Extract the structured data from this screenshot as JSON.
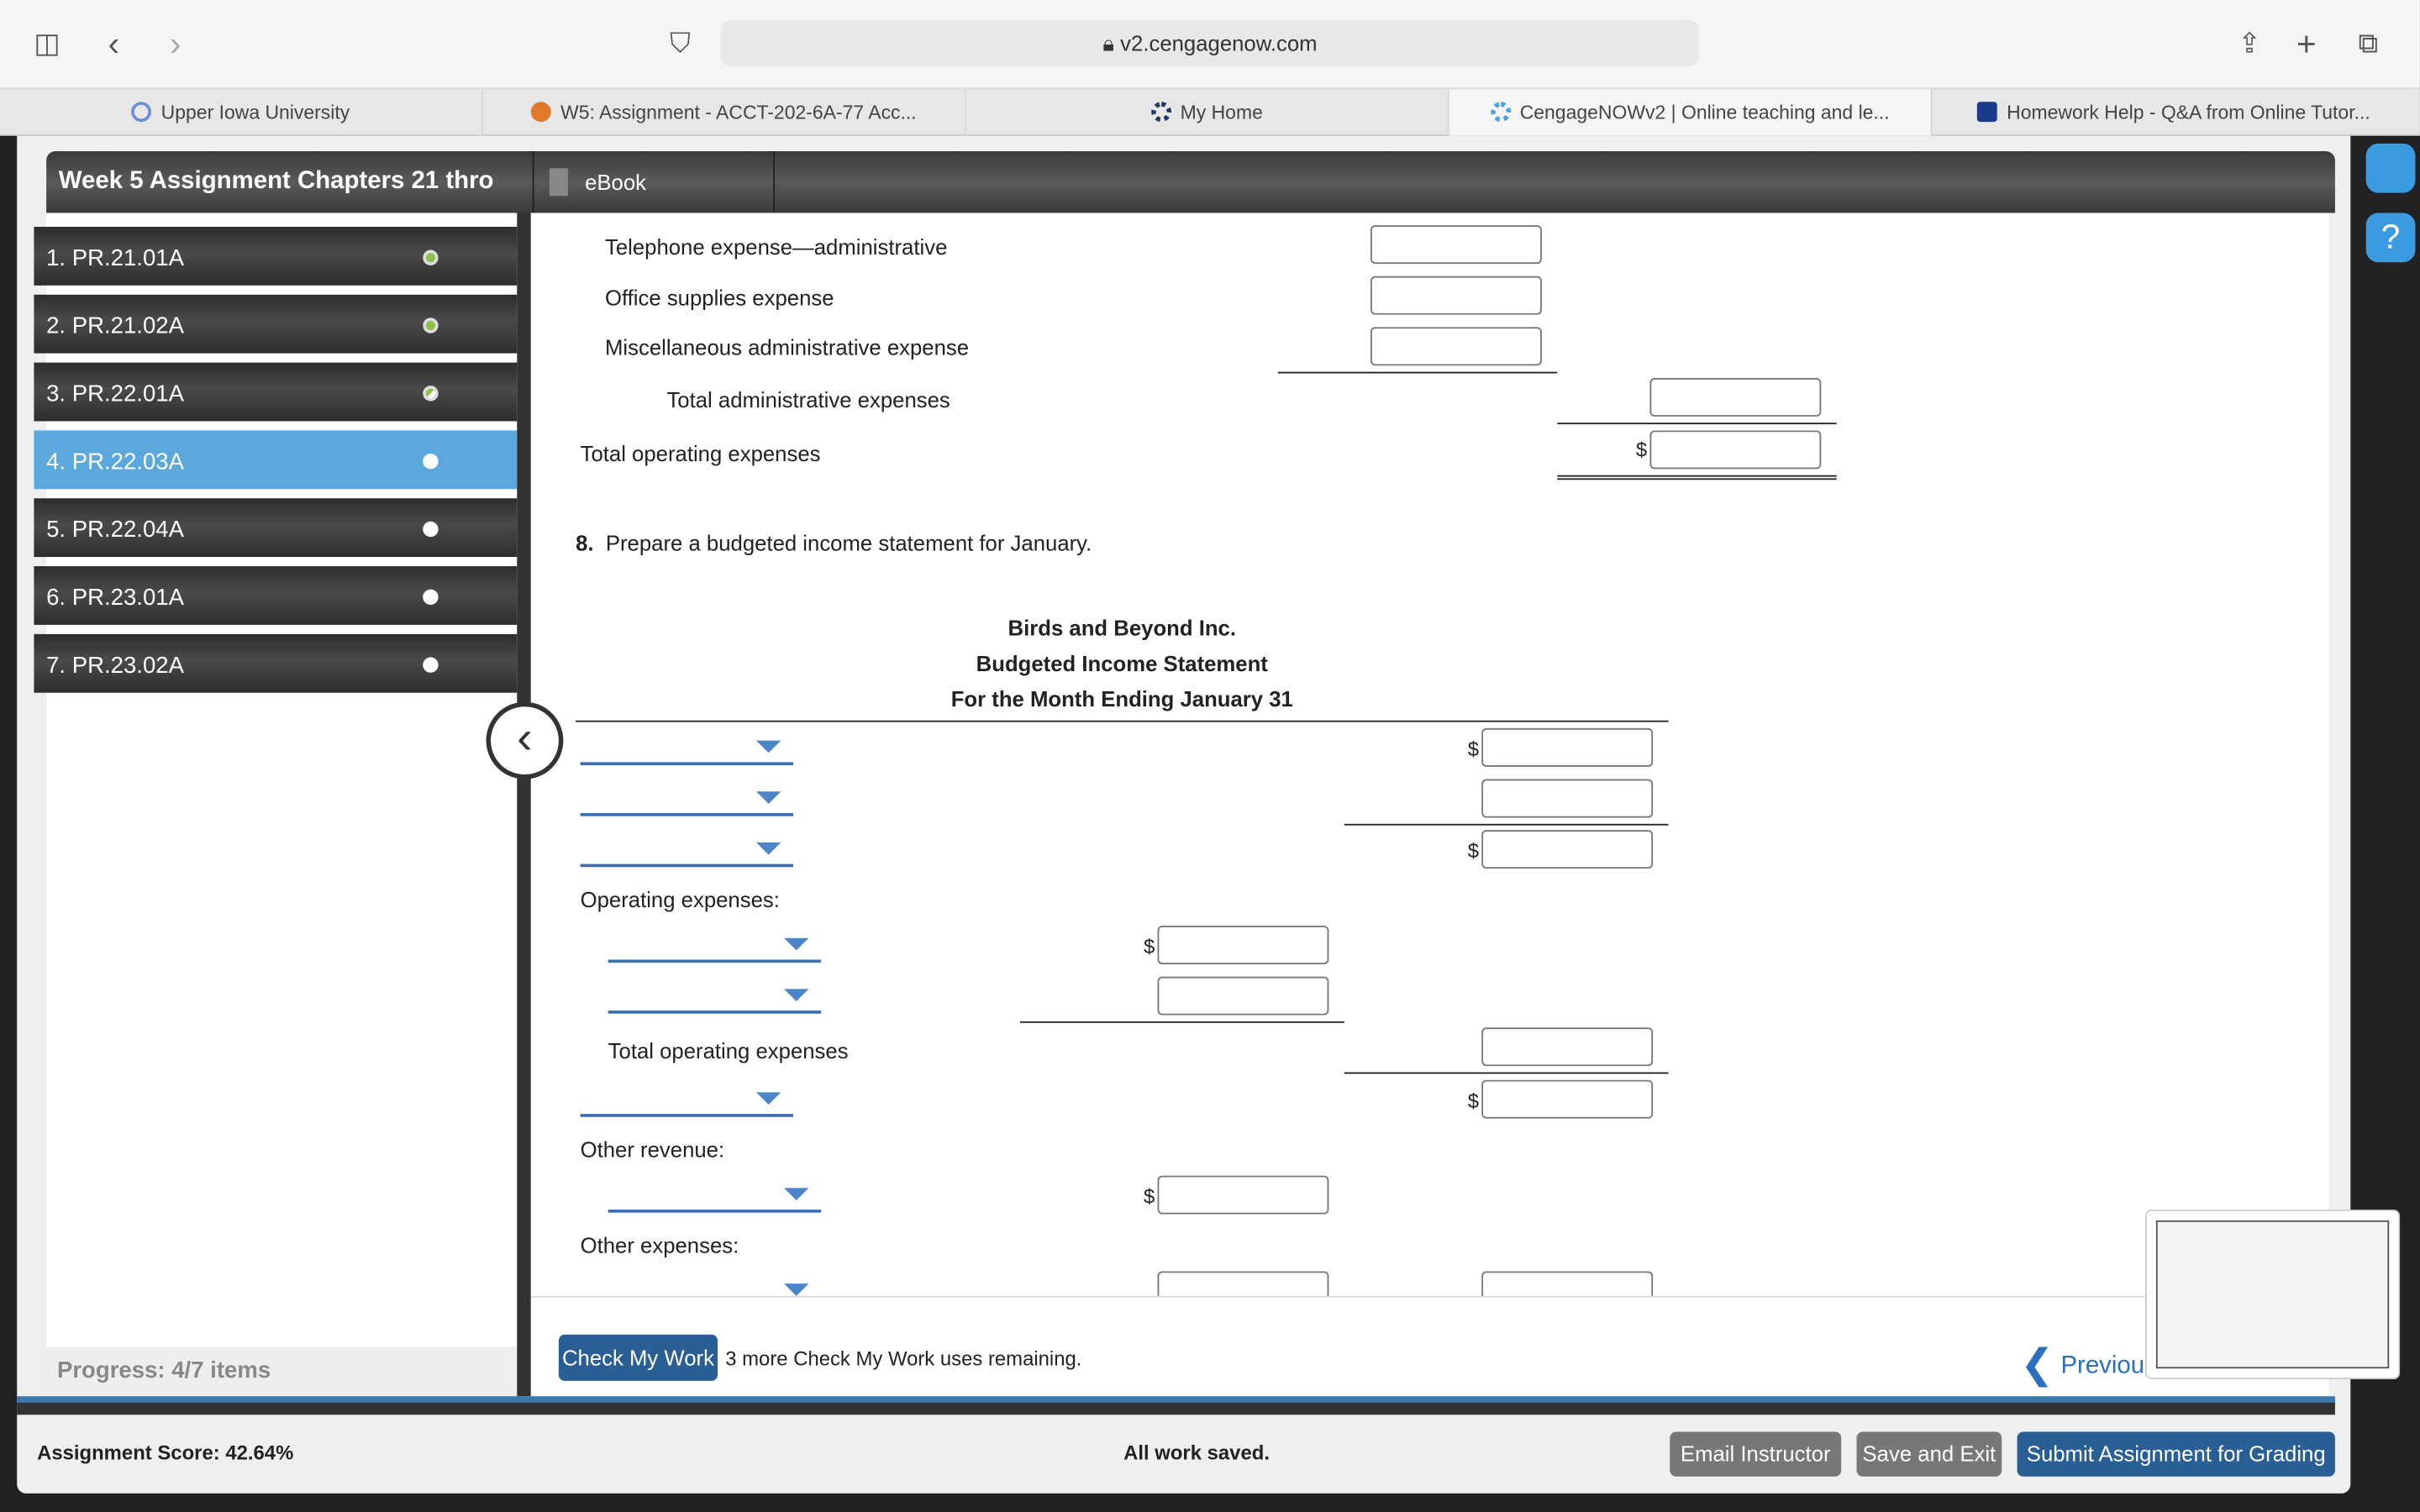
{
  "browser": {
    "url": "v2.cengagenow.com",
    "tabs": [
      {
        "label": "Upper Iowa University",
        "icon": "university-icon",
        "color": "#6b8fd6"
      },
      {
        "label": "W5: Assignment - ACCT-202-6A-77 Acc...",
        "icon": "b-icon",
        "color": "#e07a2a"
      },
      {
        "label": "My Home",
        "icon": "spinner-icon",
        "color": "#1d3b6a"
      },
      {
        "label": "CengageNOWv2 | Online teaching and le...",
        "icon": "spinner-icon",
        "color": "#4aa3df",
        "active": true
      },
      {
        "label": "Homework Help - Q&A from Online Tutor...",
        "icon": "star-shield-icon",
        "color": "#1b3a8c"
      }
    ]
  },
  "header": {
    "title": "Week 5 Assignment Chapters 21 thro",
    "ebook": "eBook"
  },
  "sidebar": {
    "items": [
      {
        "label": "1. PR.21.01A",
        "status": "complete"
      },
      {
        "label": "2. PR.21.02A",
        "status": "complete"
      },
      {
        "label": "3. PR.22.01A",
        "status": "partial"
      },
      {
        "label": "4. PR.22.03A",
        "status": "current"
      },
      {
        "label": "5. PR.22.04A",
        "status": "empty"
      },
      {
        "label": "6. PR.23.01A",
        "status": "empty"
      },
      {
        "label": "7. PR.23.02A",
        "status": "empty"
      }
    ],
    "progress": "Progress:  4/7 items"
  },
  "content": {
    "admin_rows": [
      "Telephone expense—administrative",
      "Office supplies expense",
      "Miscellaneous administrative expense"
    ],
    "total_admin": "Total administrative expenses",
    "total_operating": "Total operating expenses",
    "q8_num": "8.",
    "q8_text": "Prepare a budgeted income statement for January.",
    "company": "Birds and Beyond Inc.",
    "statement": "Budgeted Income Statement",
    "period": "For the Month Ending January 31",
    "operating_expenses": "Operating expenses:",
    "total_operating_2": "Total operating expenses",
    "other_revenue": "Other revenue:",
    "other_expenses": "Other expenses:",
    "dollar": "$"
  },
  "bottom": {
    "check_button": "Check My Work",
    "check_note": "3 more Check My Work uses remaining.",
    "previous": "Previous"
  },
  "footer": {
    "score": "Assignment Score: 42.64%",
    "saved": "All work saved.",
    "email": "Email Instructor",
    "save_exit": "Save and Exit",
    "submit": "Submit Assignment for Grading"
  },
  "colors": {
    "accent": "#2a5f96",
    "current": "#5aa8de",
    "complete": "#8bc34a"
  }
}
